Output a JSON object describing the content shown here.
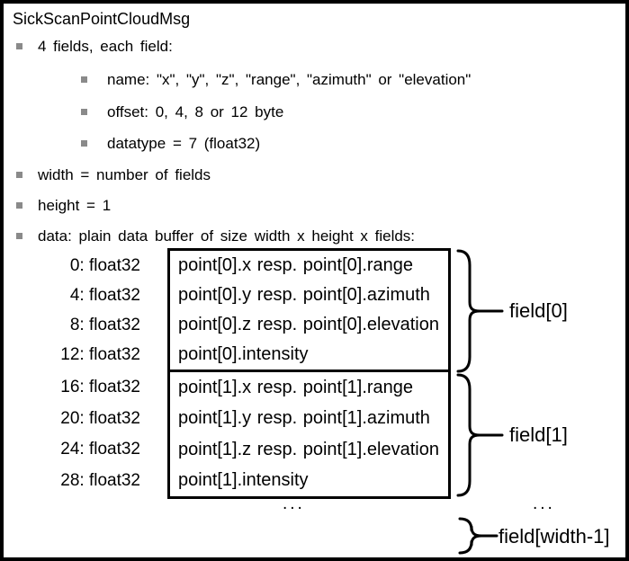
{
  "title": "SickScanPointCloudMsg",
  "bullets": [
    {
      "level": 1,
      "text": "4 fields, each field:"
    },
    {
      "level": 2,
      "text": "name: \"x\", \"y\", \"z\", \"range\", \"azimuth\" or \"elevation\""
    },
    {
      "level": 2,
      "text": "offset: 0, 4, 8 or 12 byte"
    },
    {
      "level": 2,
      "text": "datatype = 7 (float32)"
    },
    {
      "level": 1,
      "text": "width = number of fields"
    },
    {
      "level": 1,
      "text": "height = 1"
    },
    {
      "level": 1,
      "text": "data: plain data buffer of size width x height x fields:"
    }
  ],
  "buffer_diagram": {
    "blocks": [
      {
        "label": "field[0]",
        "rows": [
          {
            "offset": "0: float32",
            "content": "point[0].x resp. point[0].range"
          },
          {
            "offset": "4: float32",
            "content": "point[0].y resp. point[0].azimuth"
          },
          {
            "offset": "8: float32",
            "content": "point[0].z resp. point[0].elevation"
          },
          {
            "offset": "12: float32",
            "content": "point[0].intensity"
          }
        ]
      },
      {
        "label": "field[1]",
        "rows": [
          {
            "offset": "16: float32",
            "content": "point[1].x resp. point[1].range"
          },
          {
            "offset": "20: float32",
            "content": "point[1].y resp. point[1].azimuth"
          },
          {
            "offset": "24: float32",
            "content": "point[1].z resp. point[1].elevation"
          },
          {
            "offset": "28: float32",
            "content": "point[1].intensity"
          }
        ]
      }
    ],
    "ellipsis_center": "...",
    "ellipsis_right": "...",
    "last_field_label": "field[width-1]"
  },
  "colors": {
    "text": "#000000",
    "bullet": "#8a8a8a",
    "border": "#000000",
    "background": "#ffffff"
  }
}
